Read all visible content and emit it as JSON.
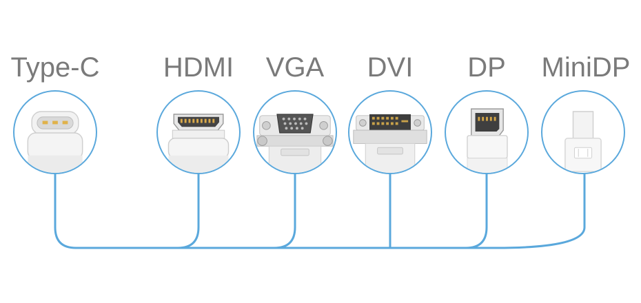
{
  "connectors": [
    {
      "label": "Type-C",
      "icon": "usb-type-c-connector-icon"
    },
    {
      "label": "HDMI",
      "icon": "hdmi-connector-icon"
    },
    {
      "label": "VGA",
      "icon": "vga-connector-icon"
    },
    {
      "label": "DVI",
      "icon": "dvi-connector-icon"
    },
    {
      "label": "DP",
      "icon": "displayport-connector-icon"
    },
    {
      "label": "MiniDP",
      "icon": "mini-displayport-connector-icon"
    }
  ],
  "colors": {
    "wire": "#5aa8dc",
    "label_text": "#7a7a7a"
  }
}
